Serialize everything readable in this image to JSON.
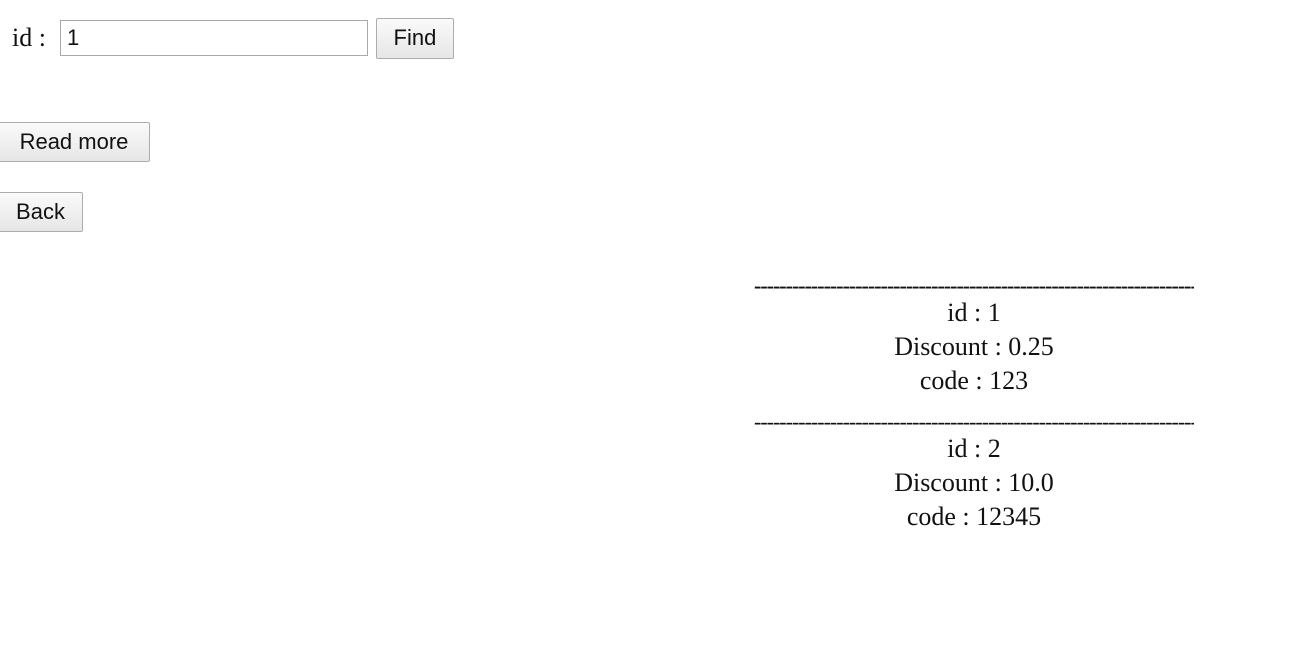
{
  "search": {
    "label": "id :",
    "value": "1",
    "find_label": "Find"
  },
  "actions": {
    "read_more_label": "Read more",
    "back_label": "Back"
  },
  "divider_text": "--------------------------------------------------------------------------------",
  "records": [
    {
      "id": "id : 1",
      "discount": "Discount : 0.25",
      "code": "code : 123"
    },
    {
      "id": "id : 2",
      "discount": "Discount : 10.0",
      "code": "code : 12345"
    }
  ]
}
